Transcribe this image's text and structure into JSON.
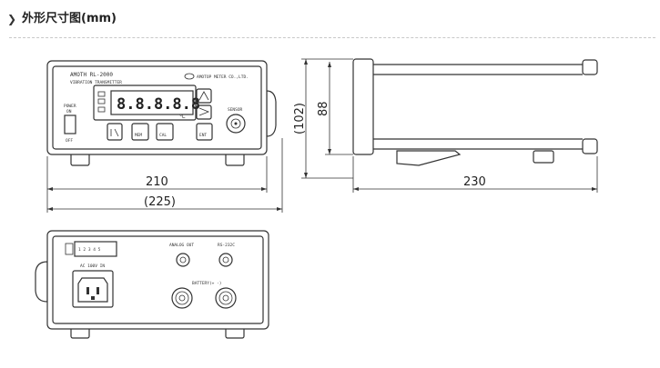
{
  "header": {
    "title": "外形尺寸图(mm)",
    "chevron_icon": "chevron-right-icon"
  },
  "front_view": {
    "brand": "AMOTH RL-2000",
    "subtitle": "VIBRATION TRANSMITTER",
    "maker": "AMOTOP METER CO.,LTD.",
    "power_label": "POWER",
    "power_on": "ON",
    "power_off": "OFF",
    "display": "8.8.8.8.8",
    "unit": "℃",
    "sensor_label": "SENSOR",
    "btn_mem": "MEM",
    "btn_cal": "CAL",
    "btn_ent": "ENT",
    "width_dim": "210",
    "overall_width_dim": "(225)"
  },
  "side_view": {
    "height_dim": "88",
    "overall_height_dim": "(102)",
    "depth_dim": "230"
  },
  "rear_view": {
    "terminal_label": "1 2 3 4 5",
    "ac_label": "AC 100V IN",
    "analog_out": "ANALOG OUT",
    "rs232c": "RS-232C",
    "battery_label": "BATTERY(+ -)"
  }
}
